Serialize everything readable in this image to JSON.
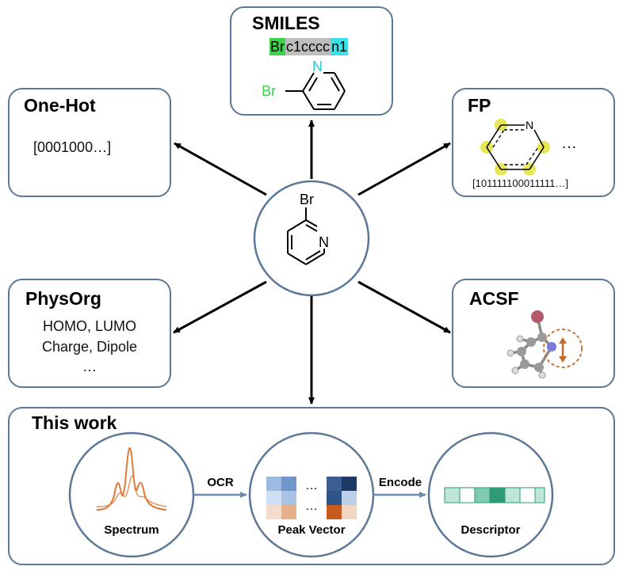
{
  "center": {
    "br_label": "Br",
    "n_label": "N"
  },
  "smiles": {
    "title": "SMILES",
    "string_parts": [
      "Br",
      "c1cccc",
      "n1"
    ],
    "colors": {
      "br_highlight": "#3cd44a",
      "ring_highlight": "#bdbdbd",
      "n_highlight": "#3ce0e8",
      "br_atom": "#3cd44a",
      "n_atom": "#29c6e0"
    },
    "br_label": "Br",
    "n_label": "N"
  },
  "onehot": {
    "title": "One-Hot",
    "value": "[0001000…]"
  },
  "fp": {
    "title": "FP",
    "n_label": "N",
    "ellipsis": "…",
    "bits": "[101111100011111…]",
    "highlight_color": "#e2e23a"
  },
  "physorg": {
    "title": "PhysOrg",
    "line1": "HOMO, LUMO",
    "line2": "Charge, Dipole",
    "line3": "…"
  },
  "acsf": {
    "title": "ACSF",
    "colors": {
      "bromine": "#b5586a",
      "nitrogen": "#7a7ad6",
      "cutoff": "#c26a2a"
    }
  },
  "thiswork": {
    "title": "This work",
    "spectrum_label": "Spectrum",
    "ocr_label": "OCR",
    "peak_label": "Peak Vector",
    "peak_dots_top": "…",
    "peak_dots_bottom": "…",
    "encode_label": "Encode",
    "descriptor_label": "Descriptor",
    "colors": {
      "spectrum": "#e07a36",
      "arrow": "#6d8db0",
      "descriptor_dark": "#2e9a77",
      "descriptor_light": "#bfe5d8"
    }
  },
  "colors": {
    "border": "#5b7899",
    "connector": "#000000"
  }
}
